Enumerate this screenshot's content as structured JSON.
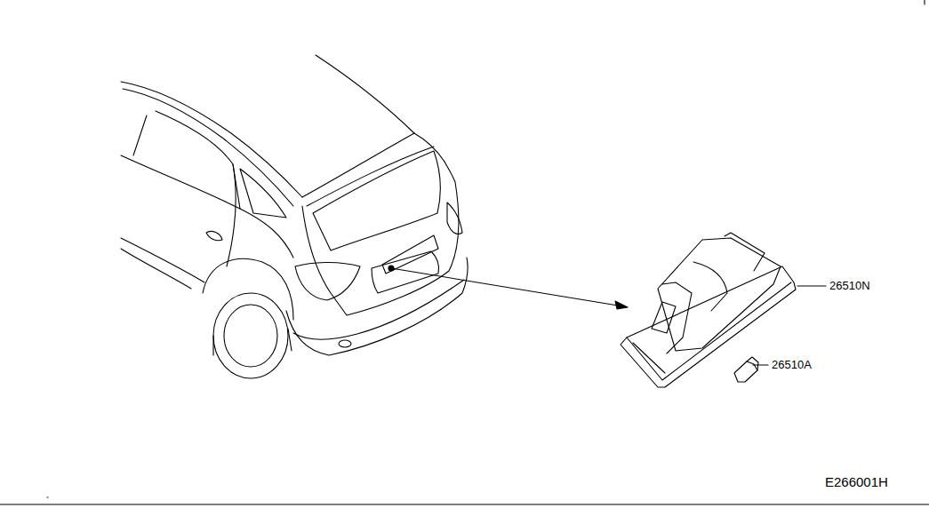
{
  "diagram": {
    "labels": [
      "26510N",
      "26510A",
      "E266001H"
    ]
  }
}
